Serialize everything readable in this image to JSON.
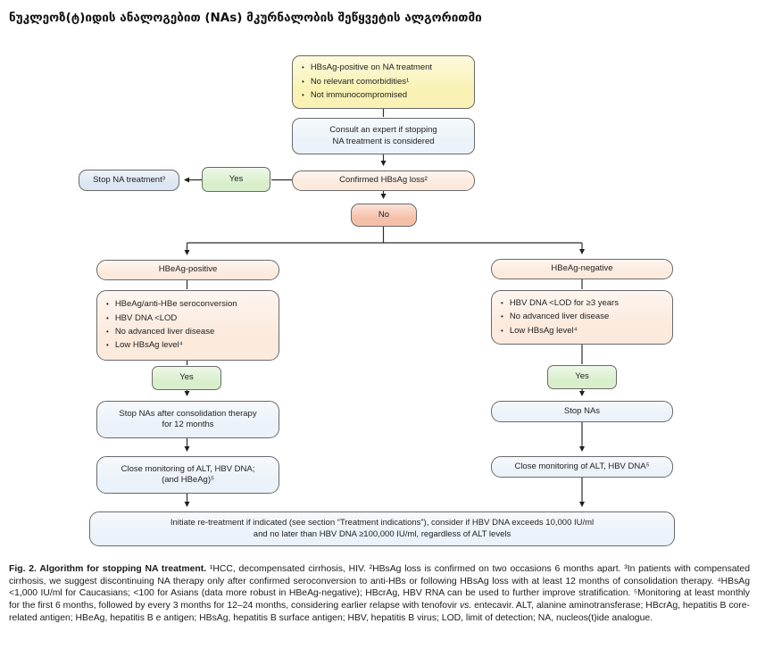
{
  "title": "ნუკლეოზ(ტ)იდის ანალოგებით (NAs) მკურნალობის შეწყვეტის ალგორითმი",
  "colors": {
    "entry_fill": "#f9f2b4",
    "action_fill": "#ebf2f9",
    "stop_fill": "#dce6f2",
    "yes_fill": "#d9efcc",
    "decision_fill": "#fceadd",
    "no_fill": "#f5c0a8"
  },
  "flowchart": {
    "entry_criteria": {
      "items": [
        "HBsAg-positive on NA treatment",
        "No relevant comorbidities¹",
        "Not immunocompromised"
      ]
    },
    "consult": {
      "lines": [
        "Consult an expert if stopping",
        "NA treatment is considered"
      ]
    },
    "confirmed_loss": {
      "label": "Confirmed HBsAg loss²"
    },
    "yes_1": {
      "label": "Yes"
    },
    "stop_na_treatment": {
      "label": "Stop NA treatment³"
    },
    "no": {
      "label": "No"
    },
    "hbeag_positive": {
      "label": "HBeAg-positive",
      "criteria": [
        "HBeAg/anti-HBe seroconversion",
        "HBV DNA <LOD",
        "No advanced liver disease",
        "Low HBsAg level⁴"
      ]
    },
    "hbeag_negative": {
      "label": "HBeAg-negative",
      "criteria": [
        "HBV DNA <LOD for ≥3 years",
        "No advanced liver disease",
        "Low HBsAg level⁴"
      ]
    },
    "yes_2": {
      "label": "Yes"
    },
    "yes_3": {
      "label": "Yes"
    },
    "stop_consolidation": {
      "lines": [
        "Stop NAs after consolidation therapy",
        "for 12 months"
      ]
    },
    "stop_nas": {
      "label": "Stop NAs"
    },
    "monitor_positive": {
      "lines": [
        "Close monitoring of ALT, HBV DNA;",
        "(and HBeAg)⁵"
      ]
    },
    "monitor_negative": {
      "label": "Close monitoring of ALT, HBV DNA⁵"
    },
    "retreatment": {
      "lines": [
        "Initiate re-treatment if indicated (see section “Treatment indications”), consider if HBV DNA exceeds 10,000 IU/ml",
        "and no later than HBV DNA ≥100,000 IU/ml, regardless of ALT levels"
      ]
    }
  },
  "caption": {
    "segments": [
      {
        "text": "Fig. 2. Algorithm for stopping NA treatment. ",
        "bold": true
      },
      {
        "text": "¹HCC, decompensated cirrhosis, HIV. ²HBsAg loss is confirmed on two occasions 6 months apart. ³In patients with compensated cirrhosis, we suggest discontinuing NA therapy only after confirmed seroconversion to anti-HBs or following HBsAg loss with at least 12 months of consolidation therapy. ⁴HBsAg <1,000 IU/ml for Caucasians; <100 for Asians (data more robust in HBeAg-negative); HBcrAg, HBV RNA can be used to further improve stratification. ⁵Monitoring at least monthly for the first 6 months, followed by every 3 months for 12–24 months, considering earlier relapse with tenofovir "
      },
      {
        "text": "vs.",
        "italic": true
      },
      {
        "text": " entecavir. ALT, alanine aminotransferase; HBcrAg, hepatitis B core-related antigen; HBeAg, hepatitis B e antigen; HBsAg, hepatitis B surface antigen; HBV, hepatitis B virus; LOD, limit of detection; NA, nucleos(t)ide analogue."
      }
    ]
  }
}
